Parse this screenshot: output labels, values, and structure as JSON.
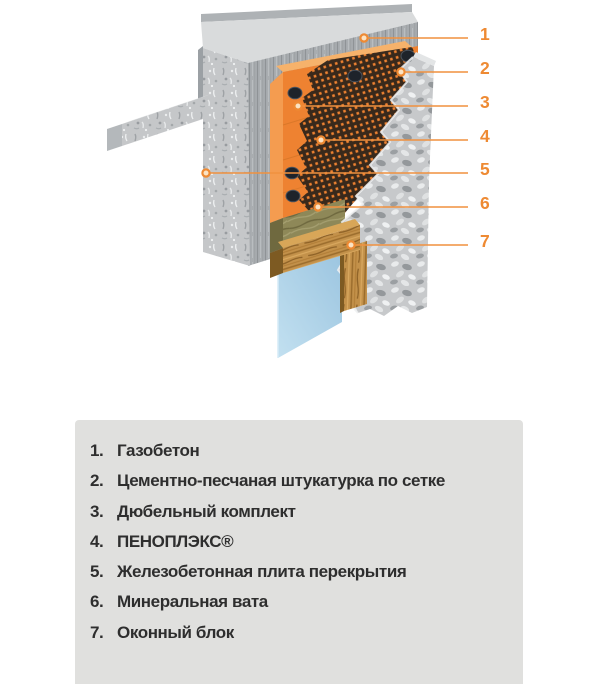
{
  "diagram": {
    "callouts": [
      {
        "number": "1",
        "points_to": "aerated-concrete"
      },
      {
        "number": "2",
        "points_to": "cement-sand-plaster-on-mesh"
      },
      {
        "number": "3",
        "points_to": "dowel-kit"
      },
      {
        "number": "4",
        "points_to": "penoplex-board"
      },
      {
        "number": "5",
        "points_to": "reinforced-concrete-floor-slab"
      },
      {
        "number": "6",
        "points_to": "mineral-wool"
      },
      {
        "number": "7",
        "points_to": "window-block"
      }
    ],
    "colors": {
      "accent_orange": "#EE8A33",
      "insulation_orange": "#EE8231",
      "concrete_gray": "#C5C7C9",
      "plaster_gray": "#C7C9CB",
      "mesh_dark": "#31251A",
      "mineral_wool_olive": "#8E8858",
      "wood_tan": "#C3914A",
      "glass_blue": "#A9CFE8",
      "legend_background": "#E0E0DE",
      "legend_text": "#2E2E2E"
    }
  },
  "legend": {
    "items": [
      {
        "number": "1.",
        "label": "Газобетон"
      },
      {
        "number": "2.",
        "label": "Цементно-песчаная штукатурка по сетке"
      },
      {
        "number": "3.",
        "label": "Дюбельный комплект"
      },
      {
        "number": "4.",
        "label": "ПЕНОПЛЭКС®"
      },
      {
        "number": "5.",
        "label": "Железобетонная плита перекрытия"
      },
      {
        "number": "6.",
        "label": "Минеральная вата"
      },
      {
        "number": "7.",
        "label": "Оконный блок"
      }
    ]
  }
}
